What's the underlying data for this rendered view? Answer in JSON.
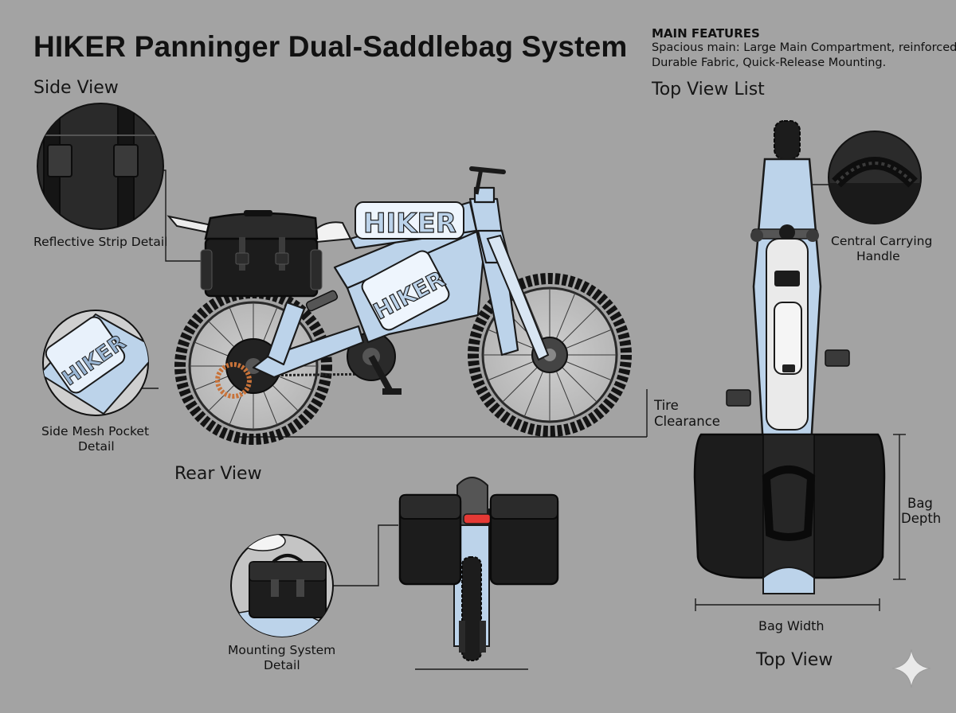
{
  "title": "HIKER Panninger Dual-Saddlebag System",
  "features": {
    "heading": "MAIN FEATURES",
    "lines": [
      "Spacious main: Large Main Compartment, reinforced",
      "Durable Fabric, Quick-Release Mounting."
    ]
  },
  "views": {
    "side": "Side View",
    "top_list": "Top View List",
    "rear": "Rear View",
    "top": "Top View"
  },
  "callouts": {
    "reflective": "Reflective Strip Detail",
    "mesh_line1": "Side Mesh Pocket",
    "mesh_line2": "Detail",
    "mounting_line1": "Mounting System",
    "mounting_line2": "Detail",
    "handle_line1": "Central Carrying",
    "handle_line2": "Handle",
    "tire_line1": "Tire",
    "tire_line2": "Clearance",
    "bag_depth_line1": "Bag",
    "bag_depth_line2": "Depth",
    "bag_width": "Bag Width"
  },
  "brand": {
    "tank_logo": "HIKER",
    "frame_logo": "HIKER",
    "strip_logo": "HIKER"
  },
  "colors": {
    "background": "#a3a3a3",
    "frame": "#bcd3ea",
    "bag": "#1c1c1c",
    "outline": "#1a1a1a",
    "tail_light": "#e53935",
    "brake_disc": "#c8733a"
  },
  "icons": [
    "sparkle-icon"
  ]
}
